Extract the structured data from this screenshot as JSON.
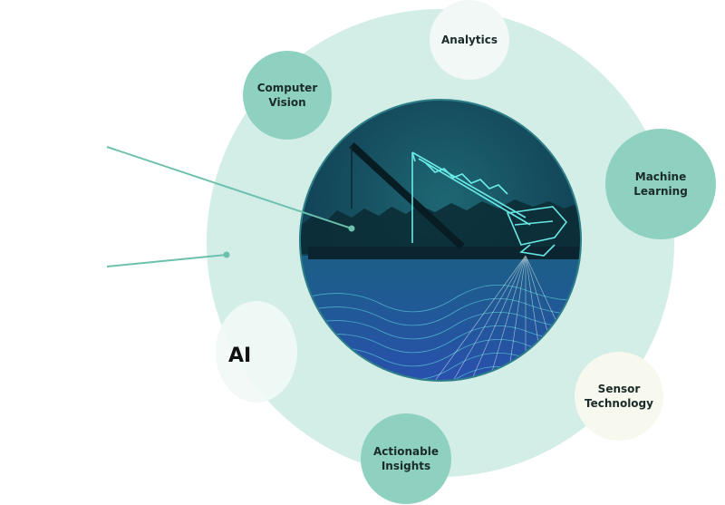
{
  "diagram": {
    "center_label": "AI",
    "nodes": [
      {
        "id": "analytics",
        "label": "Analytics"
      },
      {
        "id": "computer-vision",
        "label": "Computer\nVision"
      },
      {
        "id": "machine-learning",
        "label": "Machine\nLearning"
      },
      {
        "id": "sensor-technology",
        "label": "Sensor\nTechnology"
      },
      {
        "id": "actionable-insights",
        "label": "Actionable\nInsights"
      }
    ]
  },
  "colors": {
    "ring": "#d3ede7",
    "bubble_teal": "#8fd1c0",
    "bubble_light": "#f1f8f6",
    "bubble_cream": "#f7f9ee",
    "connector": "#6cc1ad",
    "photo_bg_top": "#123f56",
    "photo_bg_bottom": "#1a5a8a",
    "wireframe": "#6ff2ee"
  },
  "image": {
    "icon": "dredger-wireframe-photo"
  }
}
